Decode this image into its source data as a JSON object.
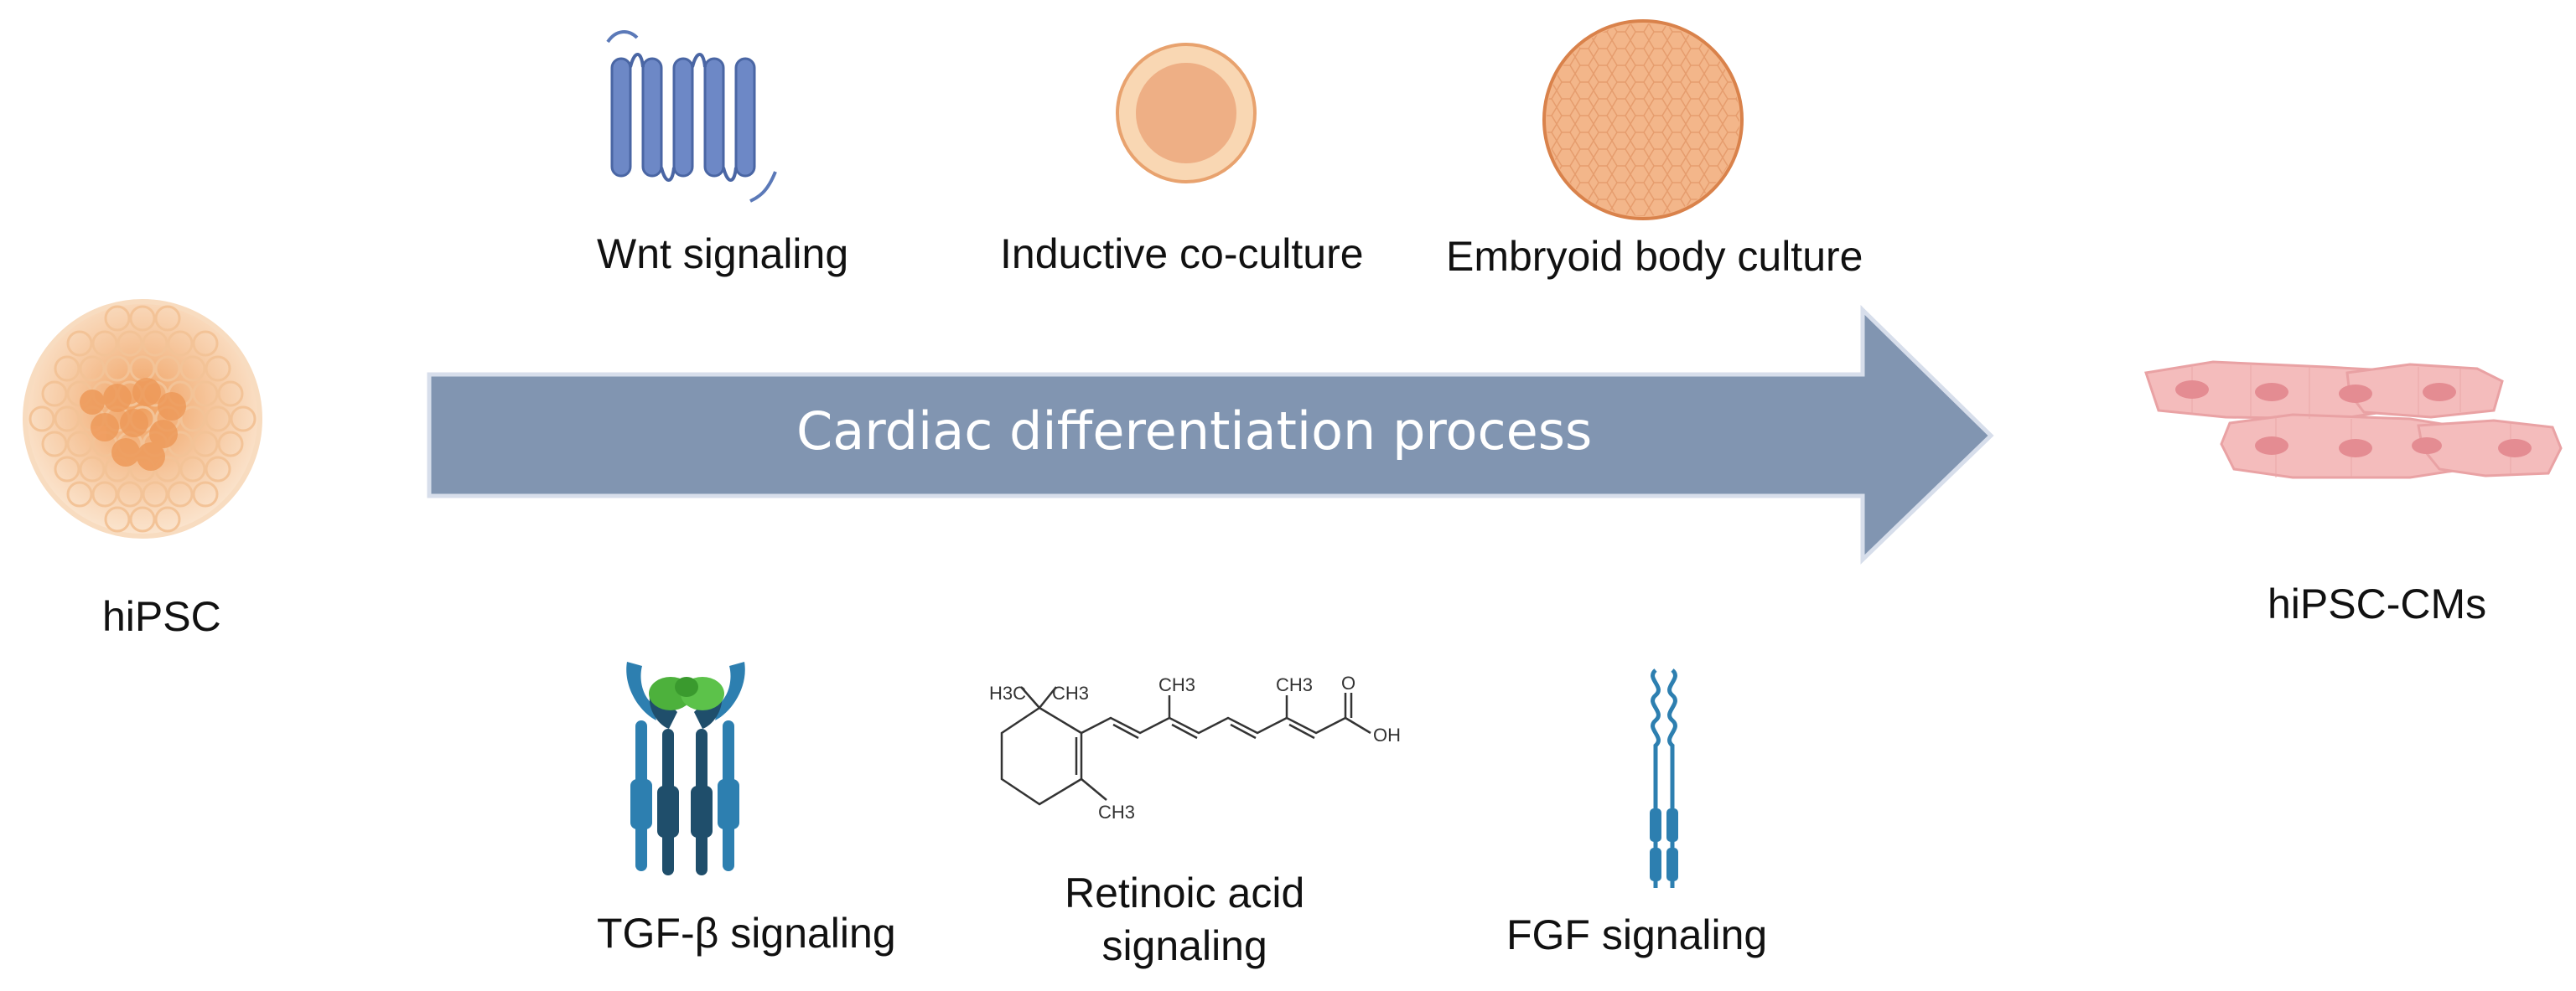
{
  "arrow": {
    "label": "Cardiac differentiation process"
  },
  "start": {
    "label": "hiPSC"
  },
  "end": {
    "label": "hiPSC-CMs"
  },
  "top_factors": [
    {
      "label": "Wnt signaling",
      "icon": "wnt-receptor-icon"
    },
    {
      "label": "Inductive co-culture",
      "icon": "single-cell-icon"
    },
    {
      "label": "Embryoid body culture",
      "icon": "embryoid-body-icon"
    }
  ],
  "bottom_factors": [
    {
      "label": "TGF-β signaling",
      "icon": "tgf-beta-receptor-icon"
    },
    {
      "label_line1": "Retinoic acid",
      "label_line2": "signaling",
      "icon": "retinoic-acid-structure-icon"
    },
    {
      "label": "FGF signaling",
      "icon": "fgf-receptor-icon"
    }
  ],
  "retinoic_acid_structure": {
    "atoms": [
      "H3C",
      "CH3",
      "CH3",
      "CH3",
      "O",
      "OH",
      "CH3"
    ]
  },
  "colors": {
    "arrow_fill": "#8195b1",
    "arrow_border": "#c9d3e3",
    "receptor_blue": "#5b79b8",
    "cell_orange": "#e9a373",
    "tgf_blue": "#2d7fb0",
    "tgf_dark": "#1f4e6b",
    "tgf_green": "#4db13c",
    "cardiomyocyte_pink": "#f2b4b4",
    "cardiomyocyte_nucleus": "#e48c92"
  }
}
